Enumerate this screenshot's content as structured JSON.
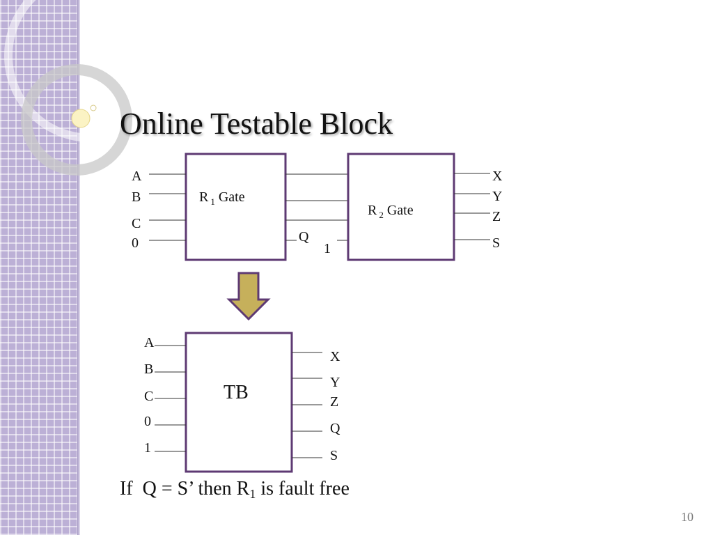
{
  "slide": {
    "title": "Online Testable Block",
    "page_number": "10",
    "caption": {
      "prefix": "If  Q = S’ then R",
      "subscript": "1",
      "suffix": " is fault free"
    }
  },
  "colors": {
    "box_border": "#5e3a73",
    "arrow_fill": "#c6b05b",
    "arrow_border": "#5e3a73",
    "sidebar": "#bcb0d6"
  },
  "top_circuit": {
    "r1_gate": {
      "label_r": "R",
      "label_sub": "1",
      "label_gate": "Gate",
      "inputs": [
        "A",
        "B",
        "C",
        "0"
      ],
      "output_label": "Q"
    },
    "r2_gate": {
      "label_r": "R",
      "label_sub": "2",
      "label_gate": "Gate",
      "extra_input": "1",
      "outputs": [
        "X",
        "Y",
        "Z",
        "S"
      ]
    }
  },
  "tb_block": {
    "label": "TB",
    "inputs": [
      "A",
      "B",
      "C",
      "0",
      "1"
    ],
    "outputs": [
      "X",
      "Y",
      "Z",
      "Q",
      "S"
    ]
  }
}
